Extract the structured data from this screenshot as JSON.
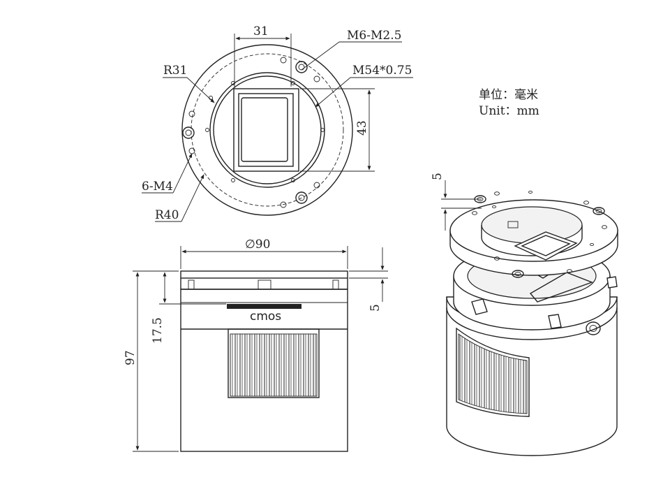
{
  "labels": {
    "dim_31": "31",
    "thread_m6": "M6-M2.5",
    "radius_r31": "R31",
    "thread_m54": "M54*0.75",
    "dim_43": "43",
    "holes_6m4": "6-M4",
    "radius_r40": "R40",
    "dim_diameter": "∅90",
    "dim_97": "97",
    "dim_17_5": "17.5",
    "dim_5_side": "5",
    "dim_5_iso": "5",
    "sensor": "cmos",
    "unit_cn": "单位：毫米",
    "unit_en": "Unit：mm"
  },
  "colors": {
    "line": "#222222",
    "background": "#ffffff"
  }
}
